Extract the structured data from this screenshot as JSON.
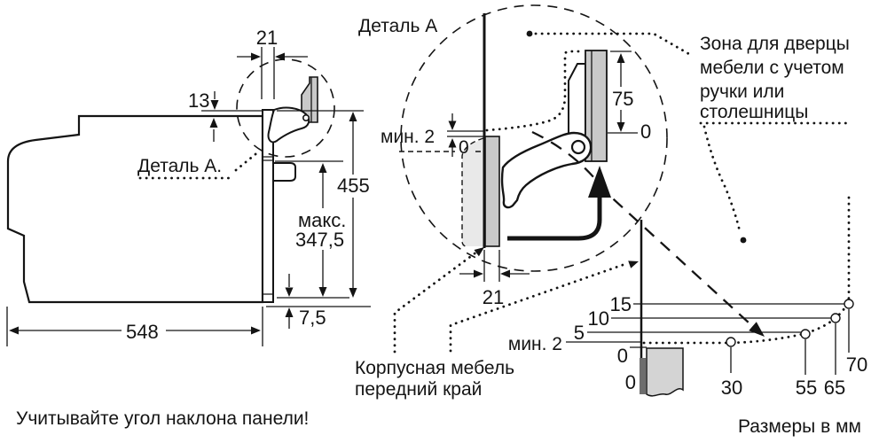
{
  "figure": {
    "left_view": {
      "dim_panel_thickness": "21",
      "dim_top_offset": "13",
      "detail_callout": "Деталь A.",
      "dim_height": "455",
      "dim_max_line1": "макс.",
      "dim_max_line2": "347,5",
      "dim_bottom_clearance": "7,5",
      "dim_width": "548"
    },
    "detail_view": {
      "title": "Деталь A",
      "dim_min_gap": "мин. 2",
      "dim_zero_gap": "0",
      "dim_door_zone_height": "75",
      "dim_zero_level": "0",
      "dim_frame_thickness": "21"
    },
    "annotations": {
      "cabinet_front_edge_line1": "Корпусная мебель",
      "cabinet_front_edge_line2": "передний край",
      "door_zone_line1": "Зона для дверцы",
      "door_zone_line2": "мебели с учетом",
      "door_zone_line3": "ручки или",
      "door_zone_line4": "столешницы",
      "tilt_note": "Учитывайте угол наклона панели!",
      "units_note": "Размеры в мм"
    },
    "graph": {
      "y_axis_labels": [
        "15",
        "10",
        "5",
        "мин. 2",
        "0"
      ],
      "x_origin_label": "0",
      "x_axis_labels": [
        "30",
        "55",
        "65",
        "70"
      ]
    },
    "colors": {
      "line": "#141414",
      "door_fill": "#c9c9c9",
      "furniture_fill": "#e9e9e9",
      "countertop_fill": "#d4d4d4",
      "edge_strip": "#6e6e6e"
    }
  },
  "chart_data": {
    "type": "line",
    "x": [
      0,
      30,
      55,
      65,
      70
    ],
    "y": [
      2,
      2,
      5,
      10,
      15
    ],
    "marked_points": [
      [
        30,
        2
      ],
      [
        55,
        5
      ],
      [
        65,
        10
      ],
      [
        70,
        15
      ]
    ],
    "y_tick_labels": [
      "0",
      "мин. 2",
      "5",
      "10",
      "15"
    ],
    "x_tick_labels": [
      "0",
      "30",
      "55",
      "65",
      "70"
    ],
    "xlabel": "Размеры в мм",
    "ylim": [
      0,
      15
    ],
    "grid": false,
    "legend": false
  }
}
